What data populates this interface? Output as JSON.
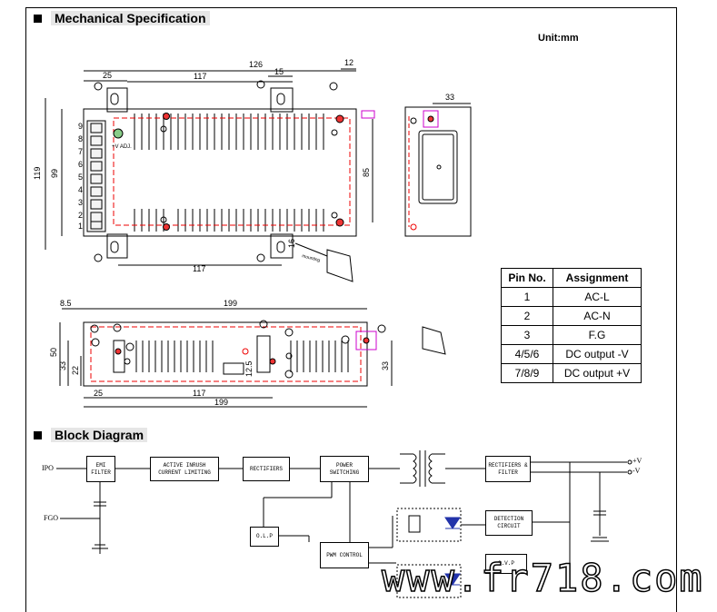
{
  "mech": {
    "title": "Mechanical Specification",
    "unit": "Unit:mm"
  },
  "dims": {
    "top_25": "25",
    "top_126": "126",
    "top_117": "117",
    "top_15": "15",
    "top_12": "12",
    "left_119": "119",
    "left_99": "99",
    "right_85": "85",
    "bot_117": "117",
    "bot_16": "16",
    "side_33": "33",
    "lower_85": "8.5",
    "lower_199": "199",
    "lower_50": "50",
    "lower_33": "33",
    "lower_22": "22",
    "lower_25": "25",
    "lower_117": "117",
    "lower_12_5": "12.5",
    "lower_bot_199": "199",
    "lower_right_33": "33"
  },
  "terminal_pins": [
    "9",
    "8",
    "7",
    "6",
    "5",
    "4",
    "3",
    "2",
    "1"
  ],
  "adj_label": "+V ADJ.",
  "pin_table": {
    "headers": [
      "Pin No.",
      "Assignment"
    ],
    "rows": [
      {
        "pin": "1",
        "assign": "AC-L"
      },
      {
        "pin": "2",
        "assign": "AC-N"
      },
      {
        "pin": "3",
        "assign": "F.G"
      },
      {
        "pin": "4/5/6",
        "assign": "DC output -V"
      },
      {
        "pin": "7/8/9",
        "assign": "DC output +V"
      }
    ]
  },
  "block": {
    "title": "Block Diagram",
    "ipo": "IPO",
    "fgo": "FGO",
    "emi": "EMI FILTER",
    "active": "ACTIVE INRUSH CURRENT LIMITING",
    "rect1": "RECTIFIERS",
    "power": "POWER SWITCHING",
    "rect2": "RECTIFIERS & FILTER",
    "olp": "O.L.P",
    "pwm": "PWM CONTROL",
    "detect": "DETECTION CIRCUIT",
    "ovp": "O.V.P",
    "vplus": "+V",
    "vminus": "-V"
  },
  "watermark": "www.fr718.com"
}
